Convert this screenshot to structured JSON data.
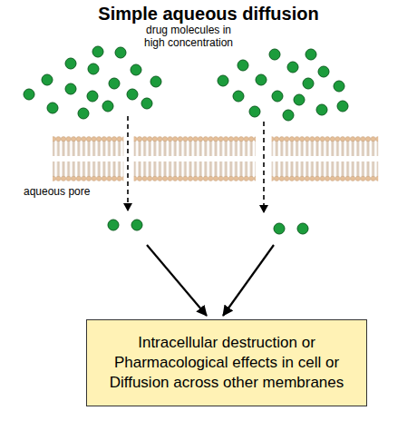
{
  "diagram": {
    "title": "Simple aqueous diffusion",
    "nodes": [
      {
        "text": [
          "Intracellular destruction or Pharmacological effects in cell or Diffusion across other membranes"
        ]
      }
    ],
    "labels": [
      "drug molecules in high concentration",
      "aqueous pore"
    ]
  }
}
